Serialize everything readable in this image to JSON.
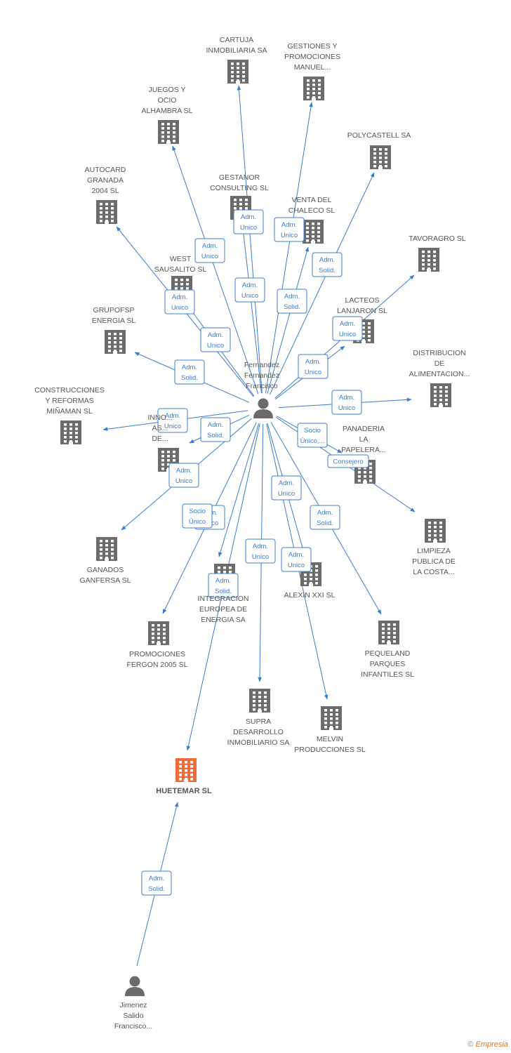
{
  "colors": {
    "edge": "#3d7cc9",
    "building": "#6b6b6b",
    "focus": "#f26b3a",
    "person": "#6b6b6b",
    "label_border": "#3d7cc9"
  },
  "nodes": {
    "fernandez": {
      "lines": [
        "Fernandez",
        "Fernandez",
        "Francisco"
      ],
      "kind": "person"
    },
    "jimenez": {
      "lines": [
        "Jimenez",
        "Salido",
        "Francisco..."
      ],
      "kind": "person"
    },
    "huetemar": {
      "lines": [
        "HUETEMAR SL"
      ],
      "kind": "focus"
    },
    "cartuja": {
      "lines": [
        "CARTUJA",
        "INMOBILIARIA SA"
      ],
      "kind": "company"
    },
    "gestiones": {
      "lines": [
        "GESTIONES Y",
        "PROMOCIONES",
        "MANUEL..."
      ],
      "kind": "company"
    },
    "juegos": {
      "lines": [
        "JUEGOS Y",
        "OCIO",
        "ALHAMBRA SL"
      ],
      "kind": "company"
    },
    "polycastell": {
      "lines": [
        "POLYCASTELL SA"
      ],
      "kind": "company"
    },
    "autocard": {
      "lines": [
        "AUTOCARD",
        "GRANADA",
        "2004 SL"
      ],
      "kind": "company"
    },
    "gestanor": {
      "lines": [
        "GESTANOR",
        "CONSULTING SL"
      ],
      "kind": "company"
    },
    "ventadel": {
      "lines": [
        "VENTA DEL",
        "CHALECO SL"
      ],
      "kind": "company"
    },
    "tavoragro": {
      "lines": [
        "TAVORAGRO SL"
      ],
      "kind": "company"
    },
    "westsaus": {
      "lines": [
        "WEST",
        "SAUSALITO SL"
      ],
      "kind": "company"
    },
    "lacteos": {
      "lines": [
        "LACTEOS",
        "LANJARON SL"
      ],
      "kind": "company"
    },
    "grupofsp": {
      "lines": [
        "GRUPOFSP",
        "ENERGIA SL"
      ],
      "kind": "company"
    },
    "distribucion": {
      "lines": [
        "DISTRIBUCION",
        "DE",
        "ALIMENTACION..."
      ],
      "kind": "company"
    },
    "construcciones": {
      "lines": [
        "CONSTRUCCIONES",
        "Y REFORMAS",
        "MIÑAMAN SL"
      ],
      "kind": "company"
    },
    "innova": {
      "lines": [
        "INNO...",
        "AS...",
        "DE..."
      ],
      "kind": "company"
    },
    "panaderia": {
      "lines": [
        "PANADERIA",
        "LA",
        "PAPELERA..."
      ],
      "kind": "company"
    },
    "ganados": {
      "lines": [
        "GANADOS",
        "GANFERSA SL"
      ],
      "kind": "company"
    },
    "limpieza": {
      "lines": [
        "LIMPIEZA",
        "PUBLICA DE",
        "LA COSTA..."
      ],
      "kind": "company"
    },
    "integracion": {
      "lines": [
        "INTEGRACION",
        "EUROPEA DE",
        "ENERGIA SA"
      ],
      "kind": "company"
    },
    "alexin": {
      "lines": [
        "ALEXIN XXI SL"
      ],
      "kind": "company"
    },
    "promociones": {
      "lines": [
        "PROMOCIONES",
        "FERGON 2005 SL"
      ],
      "kind": "company"
    },
    "pequeland": {
      "lines": [
        "PEQUELAND",
        "PARQUES",
        "INFANTILES SL"
      ],
      "kind": "company"
    },
    "supra": {
      "lines": [
        "SUPRA",
        "DESARROLLO",
        "INMOBILIARIO SA"
      ],
      "kind": "company"
    },
    "melvin": {
      "lines": [
        "MELVIN",
        "PRODUCCIONES SL"
      ],
      "kind": "company"
    }
  },
  "edges": [
    {
      "from": "fernandez",
      "to": "cartuja",
      "label": [
        "Adm.",
        "Unico"
      ]
    },
    {
      "from": "fernandez",
      "to": "gestiones",
      "label": [
        "Adm.",
        "Unico"
      ]
    },
    {
      "from": "fernandez",
      "to": "juegos",
      "label": [
        "Adm.",
        "Unico"
      ]
    },
    {
      "from": "fernandez",
      "to": "polycastell",
      "label": [
        "Adm.",
        "Solid."
      ]
    },
    {
      "from": "fernandez",
      "to": "autocard",
      "label": [
        "Adm.",
        "Unico"
      ]
    },
    {
      "from": "fernandez",
      "to": "gestanor",
      "label": [
        "Adm.",
        "Unico"
      ]
    },
    {
      "from": "fernandez",
      "to": "ventadel",
      "label": [
        "Adm.",
        "Solid."
      ]
    },
    {
      "from": "fernandez",
      "to": "tavoragro",
      "label": [
        "Adm.",
        "Unico"
      ]
    },
    {
      "from": "fernandez",
      "to": "westsaus",
      "label": [
        "Adm.",
        "Unico"
      ]
    },
    {
      "from": "fernandez",
      "to": "lacteos",
      "label": [
        "Adm.",
        "Unico"
      ]
    },
    {
      "from": "fernandez",
      "to": "grupofsp",
      "label": [
        "Adm.",
        "Solid."
      ]
    },
    {
      "from": "fernandez",
      "to": "distribucion",
      "label": [
        "Adm.",
        "Unico"
      ]
    },
    {
      "from": "fernandez",
      "to": "construcciones",
      "label": [
        "Adm.",
        "Unico"
      ]
    },
    {
      "from": "fernandez",
      "to": "innova",
      "label": [
        "Adm.",
        "Solid."
      ]
    },
    {
      "from": "fernandez",
      "to": "panaderia",
      "label": [
        "Socio",
        "Único,..."
      ]
    },
    {
      "from": "fernandez",
      "to": "limpieza",
      "label": [
        "Consejero"
      ]
    },
    {
      "from": "fernandez",
      "to": "ganados",
      "label": [
        "Adm.",
        "Unico"
      ]
    },
    {
      "from": "fernandez",
      "to": "integracion",
      "label": [
        "Adm.",
        "Unico"
      ]
    },
    {
      "from": "fernandez",
      "to": "promociones",
      "label": [
        "Socio",
        "Único"
      ]
    },
    {
      "from": "fernandez",
      "to": "alexin",
      "label": [
        "Adm.",
        "Unico"
      ]
    },
    {
      "from": "fernandez",
      "to": "huetemar",
      "label": [
        "Adm.",
        "Solid."
      ]
    },
    {
      "from": "fernandez",
      "to": "pequeland",
      "label": [
        "Adm.",
        "Solid."
      ]
    },
    {
      "from": "fernandez",
      "to": "supra",
      "label": [
        "Adm.",
        "Unico"
      ]
    },
    {
      "from": "fernandez",
      "to": "melvin",
      "label": [
        "Adm.",
        "Unico"
      ]
    },
    {
      "from": "jimenez",
      "to": "huetemar",
      "label": [
        "Adm.",
        "Solid."
      ]
    }
  ],
  "footer": {
    "copyright": "©",
    "brand": "Empresia"
  }
}
